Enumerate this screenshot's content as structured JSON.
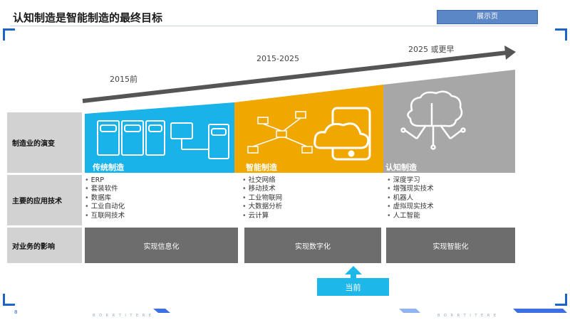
{
  "slide": {
    "title": "认知制造是智能制造的最终目标",
    "tag_label": "展示页",
    "page_number": "8",
    "footer_left": "B O R R T I T E R E",
    "footer_right": "B O R R T I T E R E"
  },
  "timeline": {
    "year1": "2015前",
    "year2": "2015-2025",
    "year3": "2025 或更早"
  },
  "rows": {
    "evolution": "制造业的演变",
    "technology": "主要的应用技术",
    "impact": "对业务的影响"
  },
  "panels": [
    {
      "label": "传统制造",
      "color": "#19b3ea",
      "technologies": [
        "ERP",
        "套装软件",
        "数据库",
        "工业自动化",
        "互联网技术"
      ],
      "impact": "实现信息化"
    },
    {
      "label": "智能制造",
      "color": "#f0a800",
      "technologies": [
        "社交网络",
        "移动技术",
        "工业物联网",
        "大数据分析",
        "云计算"
      ],
      "impact": "实现数字化"
    },
    {
      "label": "认知制造",
      "color": "#a7a7a7",
      "technologies": [
        "深度学习",
        "增强现实技术",
        "机器人",
        "虚拟现实技术",
        "人工智能"
      ],
      "impact": "实现智能化"
    }
  ],
  "current_marker": {
    "label": "当前"
  }
}
